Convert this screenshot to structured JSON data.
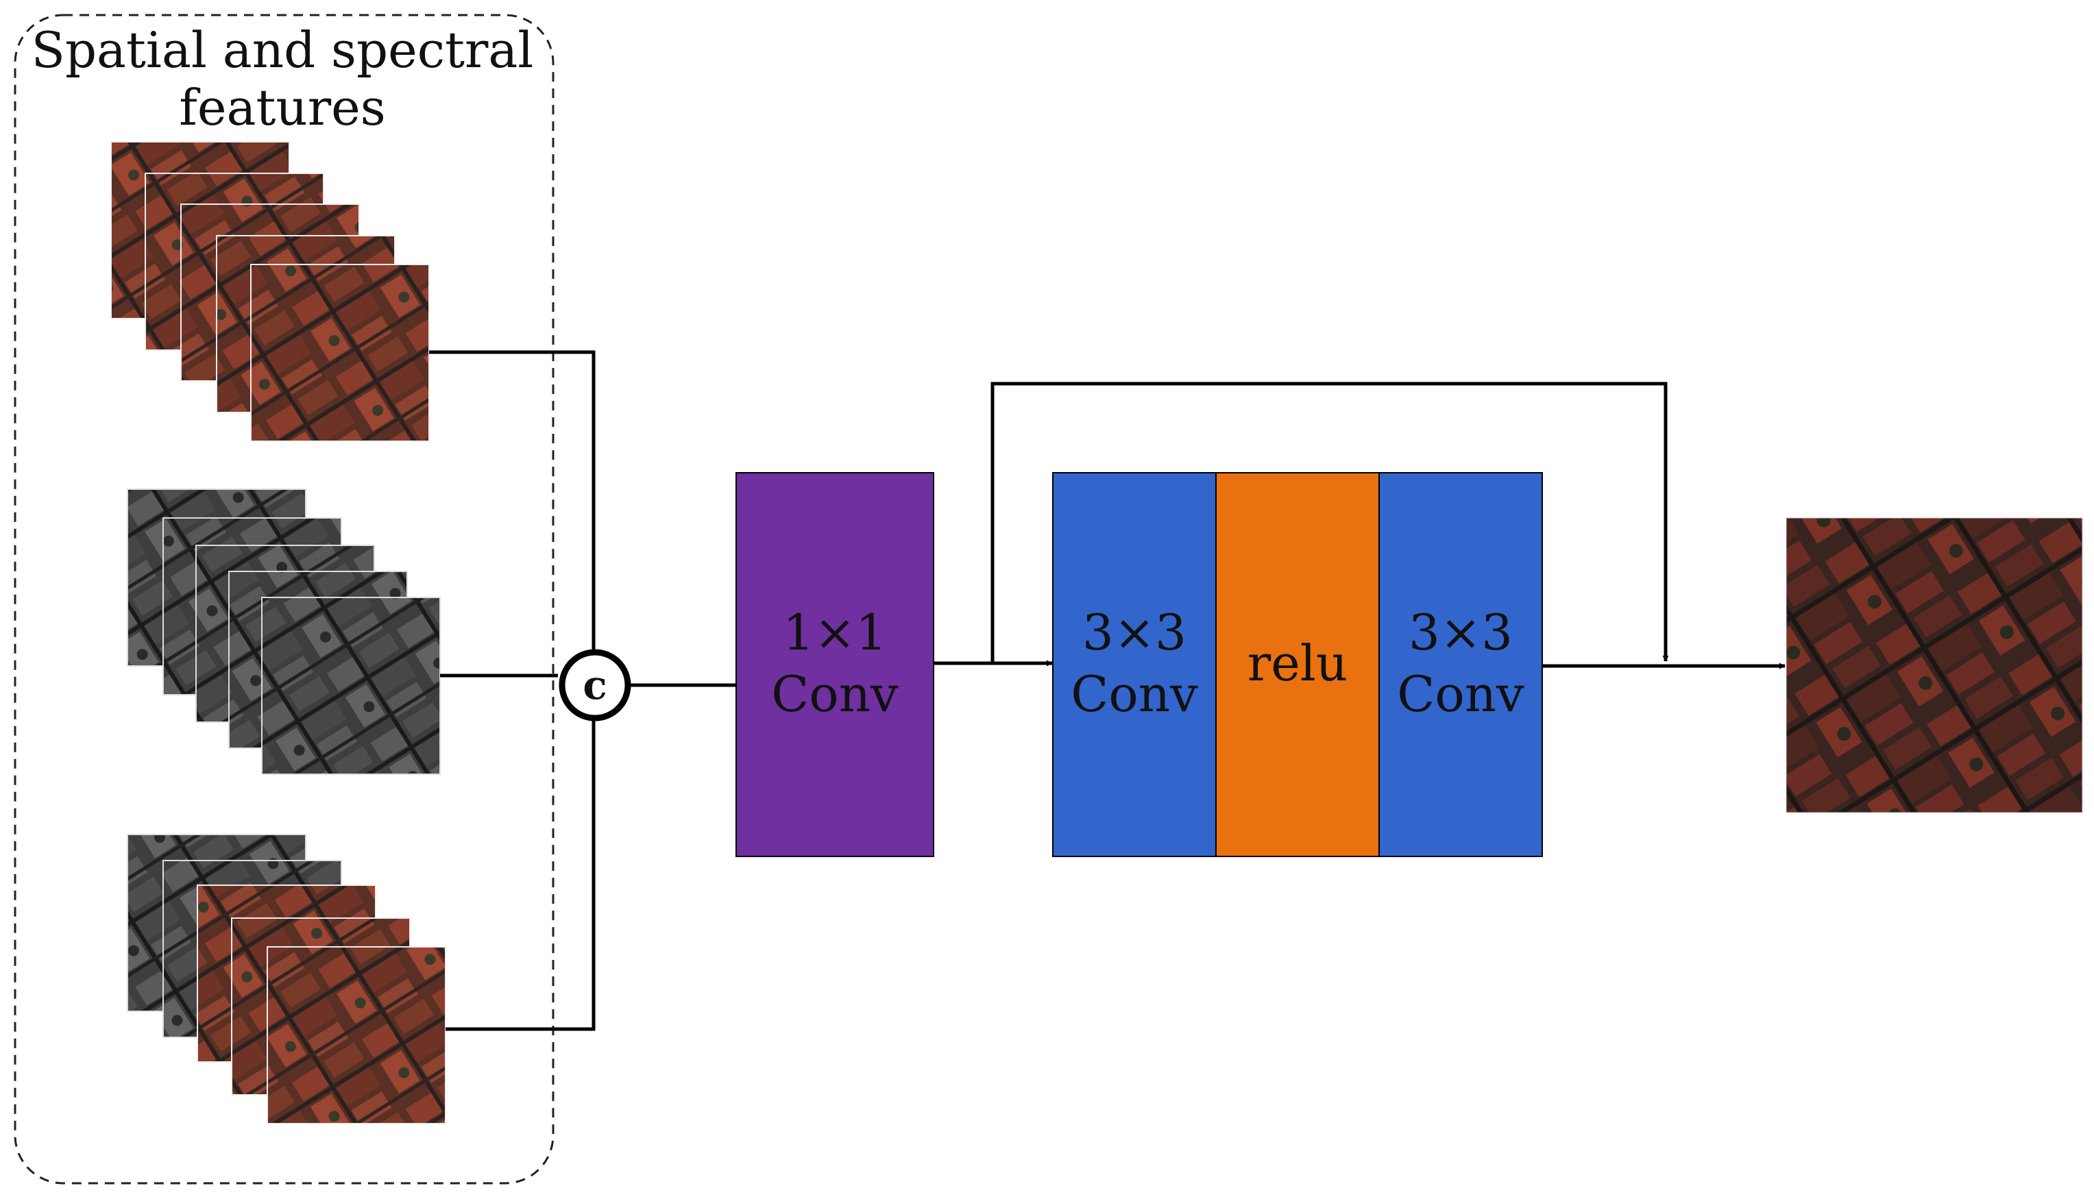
{
  "group": {
    "title_line1": "Spatial and spectral",
    "title_line2": "features"
  },
  "concat": {
    "symbol": "c"
  },
  "blocks": {
    "conv1x1": {
      "line1": "1×1",
      "line2": "Conv",
      "color": "#7030A0"
    },
    "conv3x3_a": {
      "line1": "3×3",
      "line2": "Conv",
      "color": "#3366CC"
    },
    "relu": {
      "line1": "relu",
      "color": "#E97110"
    },
    "conv3x3_b": {
      "line1": "3×3",
      "line2": "Conv",
      "color": "#3366CC"
    }
  },
  "stacks": [
    {
      "kind": "color-aerial"
    },
    {
      "kind": "grayscale-aerial"
    },
    {
      "kind": "mixed-aerial"
    }
  ],
  "output": {
    "kind": "color-aerial"
  }
}
